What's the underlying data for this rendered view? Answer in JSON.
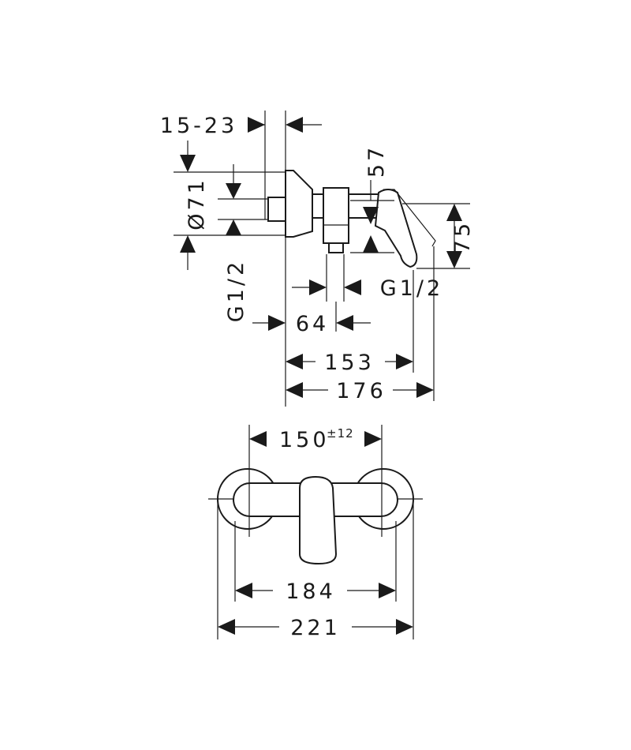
{
  "dimensions": {
    "setback": "15-23",
    "rosette_diameter": "Ø71",
    "outlet_height": "57",
    "handle_height": "75",
    "outlet_thread": "G1/2",
    "inlet_thread": "G1/2",
    "outlet_projection": "64",
    "spout_projection": "153",
    "overall_projection": "176",
    "centre_distance": "150",
    "centre_tolerance": "±12",
    "body_width": "184",
    "overall_width": "221"
  }
}
